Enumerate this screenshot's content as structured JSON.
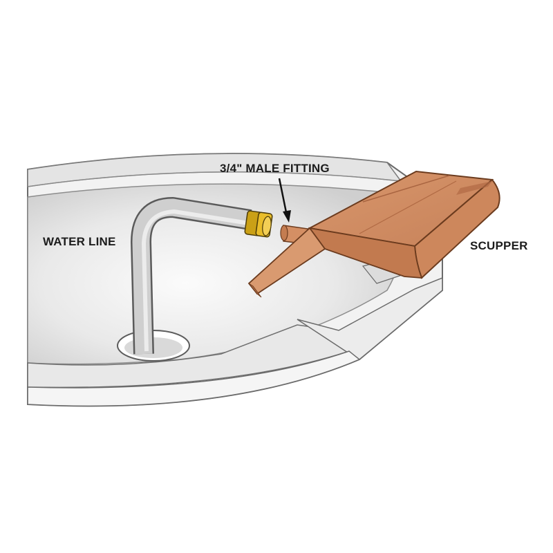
{
  "labels": {
    "fitting": "3/4\" MALE FITTING",
    "water_line": "WATER LINE",
    "scupper": "SCUPPER"
  },
  "colors": {
    "bowl_light": "#f3f3f3",
    "bowl_shadow": "#d8d8d8",
    "outline": "#5a5a5a",
    "pipe": "#c9c9c9",
    "brass": "#e2b21e",
    "copper": "#d48f64",
    "copper_dark": "#b97048"
  }
}
